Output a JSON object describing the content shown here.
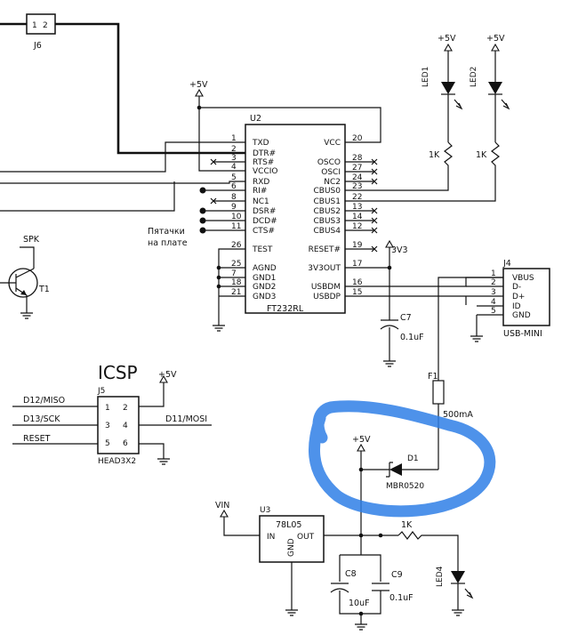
{
  "refs": {
    "j6": "J6",
    "u2": "U2",
    "j4": "J4",
    "j5": "J5",
    "u3": "U3",
    "t1": "T1",
    "led1": "LED1",
    "led2": "LED2",
    "led4": "LED4",
    "c7": "C7",
    "c8": "C8",
    "c9": "C9",
    "f1": "F1",
    "d1": "D1"
  },
  "values": {
    "u2_part": "FT232RL",
    "u3_part": "78L05",
    "r1": "1K",
    "r2": "1K",
    "r3": "1K",
    "c7": "0.1uF",
    "c8": "10uF",
    "c9": "0.1uF",
    "f1": "500mA",
    "d1": "MBR0520",
    "j4": "USB-MINI",
    "j5": "HEAD3X2"
  },
  "nets": {
    "plus5v": "+5V",
    "v3v3": "3V3",
    "vin": "VIN",
    "spk": "SPK",
    "d12": "D12/MISO",
    "d13": "D13/SCK",
    "d11": "D11/MOSI",
    "reset": "RESET"
  },
  "labels": {
    "icsp": "ICSP",
    "pads_line1": "Пятачки",
    "pads_line2": "на плате"
  },
  "j6_pins": [
    "1",
    "2"
  ],
  "j5_pins": [
    "1",
    "2",
    "3",
    "4",
    "5",
    "6"
  ],
  "u3_pins": {
    "in": "IN",
    "out": "OUT",
    "gnd": "GND"
  },
  "u2_left": [
    {
      "num": "1",
      "name": "TXD"
    },
    {
      "num": "2",
      "name": "DTR#"
    },
    {
      "num": "3",
      "name": "RTS#"
    },
    {
      "num": "4",
      "name": "VCCIO"
    },
    {
      "num": "5",
      "name": "RXD"
    },
    {
      "num": "6",
      "name": "RI#"
    },
    {
      "num": "8",
      "name": "NC1"
    },
    {
      "num": "9",
      "name": "DSR#"
    },
    {
      "num": "10",
      "name": "DCD#"
    },
    {
      "num": "11",
      "name": "CTS#"
    },
    {
      "num": "26",
      "name": "TEST"
    },
    {
      "num": "25",
      "name": "AGND"
    },
    {
      "num": "7",
      "name": "GND1"
    },
    {
      "num": "18",
      "name": "GND2"
    },
    {
      "num": "21",
      "name": "GND3"
    }
  ],
  "u2_right": [
    {
      "num": "20",
      "name": "VCC"
    },
    {
      "num": "28",
      "name": "OSCO"
    },
    {
      "num": "27",
      "name": "OSCI"
    },
    {
      "num": "24",
      "name": "NC2"
    },
    {
      "num": "23",
      "name": "CBUS0"
    },
    {
      "num": "22",
      "name": "CBUS1"
    },
    {
      "num": "13",
      "name": "CBUS2"
    },
    {
      "num": "14",
      "name": "CBUS3"
    },
    {
      "num": "12",
      "name": "CBUS4"
    },
    {
      "num": "19",
      "name": "RESET#"
    },
    {
      "num": "17",
      "name": "3V3OUT"
    },
    {
      "num": "16",
      "name": "USBDM"
    },
    {
      "num": "15",
      "name": "USBDP"
    }
  ],
  "j4_pins": [
    {
      "num": "1",
      "name": "VBUS"
    },
    {
      "num": "2",
      "name": "D-"
    },
    {
      "num": "3",
      "name": "D+"
    },
    {
      "num": "4",
      "name": "ID"
    },
    {
      "num": "5",
      "name": "GND"
    }
  ],
  "annotation": {
    "color": "#2f7fe6"
  }
}
